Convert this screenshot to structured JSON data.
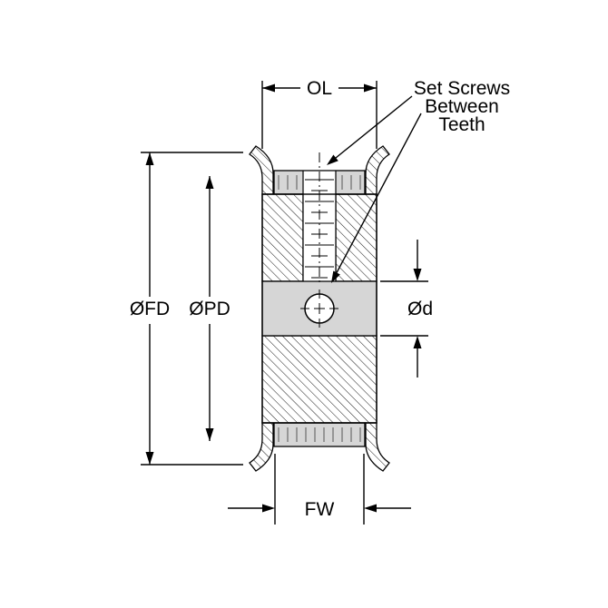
{
  "colors": {
    "ink": "#000000",
    "fill_gray": "#d6d6d6",
    "background": "#ffffff"
  },
  "dimensions": {
    "overall_length_label": "OL",
    "flange_diameter_label": "ØFD",
    "pitch_diameter_label": "ØPD",
    "bore_diameter_label": "Ød",
    "face_width_label": "FW"
  },
  "callout": {
    "line1": "Set Screws",
    "line2": "Between",
    "line3": "Teeth"
  }
}
